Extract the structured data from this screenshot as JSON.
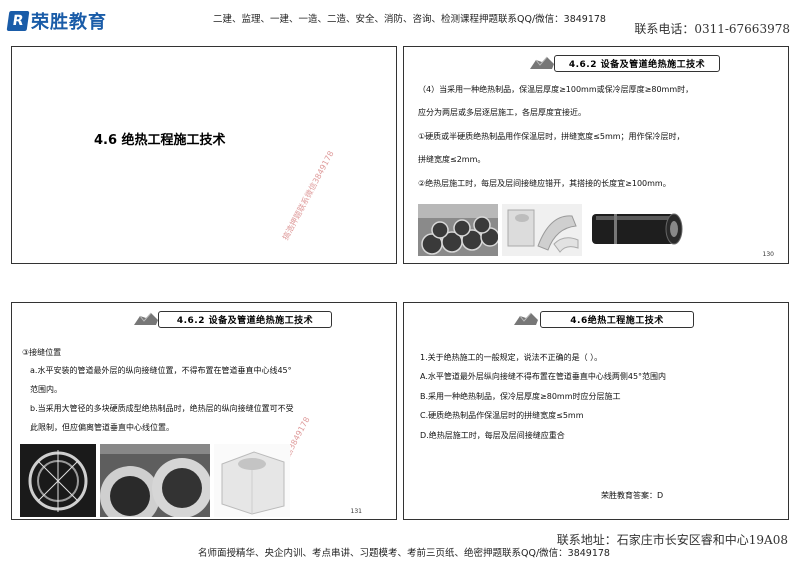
{
  "header": {
    "logo_glyph": "R",
    "logo_text": "荣胜教育",
    "courses_line": "二建、监理、一建、一造、二造、安全、消防、咨询、检测课程押题联系QQ/微信：3849178",
    "phone": "联系电话：0311-67663978"
  },
  "footer": {
    "address": "联系地址：石家庄市长安区睿和中心19A08",
    "courses_line": "名师面授精华、央企内训、考点串讲、习题模考、考前三页纸、绝密押题联系QQ/微信：3849178"
  },
  "slides": {
    "s1": {
      "title": "4.6 绝热工程施工技术",
      "watermark": "搞浩押题联系微信3849178"
    },
    "s2": {
      "title": "4.6.2 设备及管道绝热施工技术",
      "lines": [
        "（4）当采用一种绝热制品，保温层厚度≥100mm或保冷层厚度≥80mm时，",
        "应分为两层或多层逐层施工，各层厚度宜接近。",
        "①硬质或半硬质绝热制品用作保温层时，拼缝宽度≤5mm；用作保冷层时，",
        "拼缝宽度≤2mm。",
        "②绝热层施工时，每层及层间接缝应错开，其搭接的长度宜≥100mm。"
      ],
      "page": "130"
    },
    "s3": {
      "title": "4.6.2 设备及管道绝热施工技术",
      "lines": [
        "③接缝位置",
        "a.水平安装的管道最外层的纵向接缝位置，不得布置在管道垂直中心线45°",
        "范围内。",
        "b.当采用大管径的多块硬质成型绝热制品时，绝热层的纵向接缝位置可不受",
        "此限制，但应偏离管道垂直中心线位置。"
      ],
      "watermark": "荣胜押题联系微信3849178",
      "page": "131"
    },
    "s4": {
      "title": "4.6绝热工程施工技术",
      "question": "1.关于绝热施工的一般规定，说法不正确的是（  ）。",
      "options": [
        "A.水平管道最外层纵向接缝不得布置在管道垂直中心线两侧45°范围内",
        "B.采用一种绝热制品，保冷层厚度≥80mm时应分层施工",
        "C.硬质绝热制品作保温层时的拼缝宽度≤5mm",
        "D.绝热层施工时，每层及层间接缝应重合"
      ],
      "answer": "荣胜教育答案：D"
    }
  }
}
